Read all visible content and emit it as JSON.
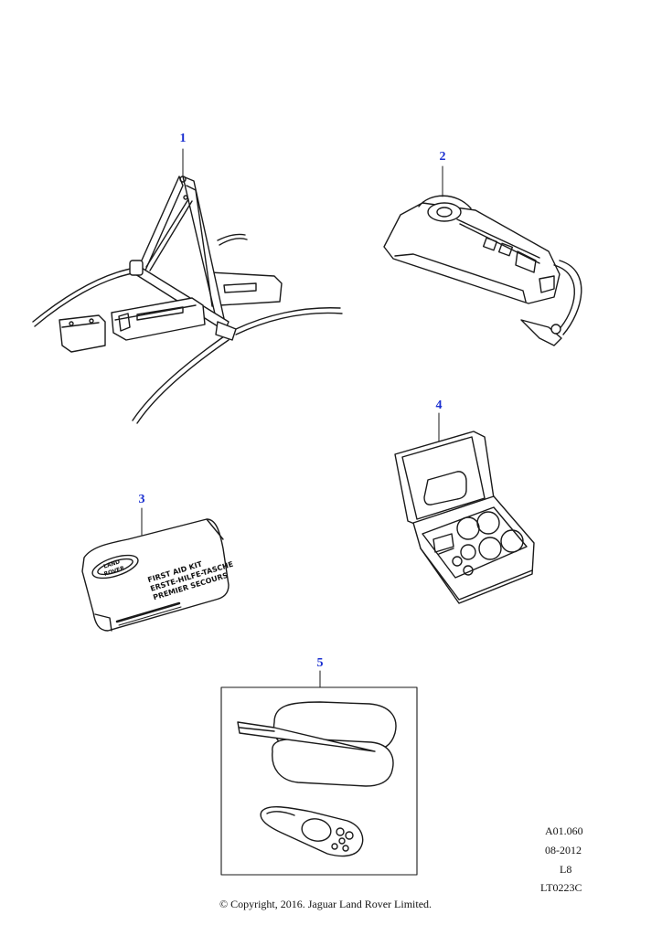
{
  "callouts": [
    "1",
    "2",
    "3",
    "4",
    "5"
  ],
  "first_aid_text": [
    "FIRST AID KIT",
    "ERSTE-HILFE-TASCHE",
    "PREMIER SECOURS"
  ],
  "logo_text": [
    "LAND",
    "ROVER"
  ],
  "reference": [
    "A01.060",
    "08-2012",
    "L8",
    "LT0223C"
  ],
  "copyright": "© Copyright, 2016. Jaguar Land Rover Limited.",
  "colors": {
    "callout": "#1a2fd0",
    "line": "#1a1a1a"
  }
}
